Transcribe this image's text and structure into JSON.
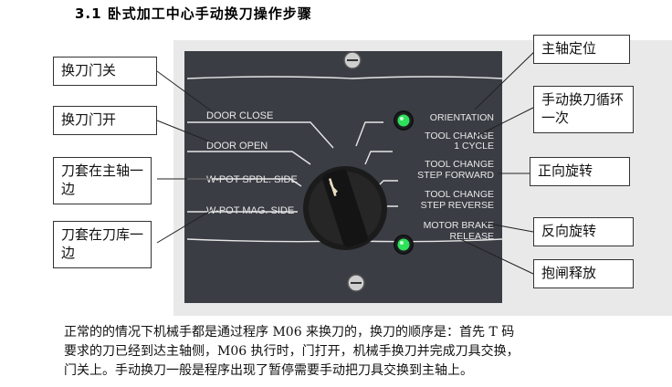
{
  "heading": "3.1 卧式加工中心手动换刀操作步骤",
  "callouts": {
    "door_close": "换刀门关",
    "door_open": "换刀门开",
    "pot_spindle": "刀套在主轴一边",
    "pot_magazine": "刀套在刀库一边",
    "orientation": "主轴定位",
    "tool_change_cycle": "手动换刀循环一次",
    "step_forward": "正向旋转",
    "step_reverse": "反向旋转",
    "motor_brake": "抱闸释放"
  },
  "panel_labels": {
    "door_close": "DOOR CLOSE",
    "door_open": "DOOR OPEN",
    "pot_spdl": "W-POT SPDL. SIDE",
    "pot_mag": "W-POT MAG. SIDE",
    "orientation": "ORIENTATION",
    "tc_cycle_1": "TOOL CHANGE",
    "tc_cycle_2": "1 CYCLE",
    "tc_fwd_1": "TOOL CHANGE",
    "tc_fwd_2": "STEP FORWARD",
    "tc_rev_1": "TOOL CHANGE",
    "tc_rev_2": "STEP REVERSE",
    "brake_1": "MOTOR BRAKE",
    "brake_2": "RELEASE"
  },
  "paragraph": [
    "正常的的情况下机械手都是通过程序 M06 来换刀的，换刀的顺序是：首先 T 码",
    "要求的刀已经到达主轴侧，M06 执行时，门打开，机械手换刀并完成刀具交换，",
    "门关上。手动换刀一般是程序出现了暂停需要手动把刀具交换到主轴上。"
  ],
  "colors": {
    "panel": "#3a3d44",
    "panel_text": "#e8e8e8",
    "led": "#2fe05a",
    "knob": "#1b1b1b"
  }
}
